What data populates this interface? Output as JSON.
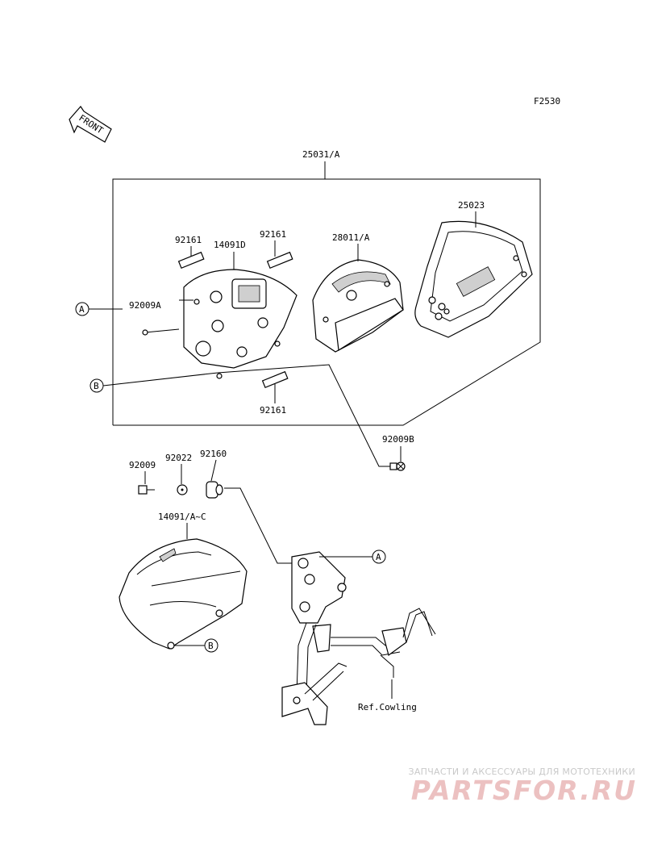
{
  "figure_code": "F2530",
  "front_label": "FRONT",
  "labels": {
    "assembly": "25031/A",
    "lens_cover": "25023",
    "meter_unit": "28011/A",
    "housing": "14091D",
    "pad_left": "92161",
    "pad_right": "92161",
    "pad_bottom": "92161",
    "screw_a": "92009A",
    "screw_b": "92009B",
    "bolt": "92009",
    "washer": "92022",
    "grommet": "92160",
    "cover": "14091/A~C",
    "ref_cowling": "Ref.Cowling"
  },
  "refs": {
    "a_left": "A",
    "b_left": "B",
    "a_bracket": "A",
    "b_cover": "B"
  },
  "watermark": {
    "line1": "ЗАПЧАСТИ И АКСЕССУАРЫ ДЛЯ МОТОТЕХНИКИ",
    "line2": "PARTSFOR.RU"
  }
}
